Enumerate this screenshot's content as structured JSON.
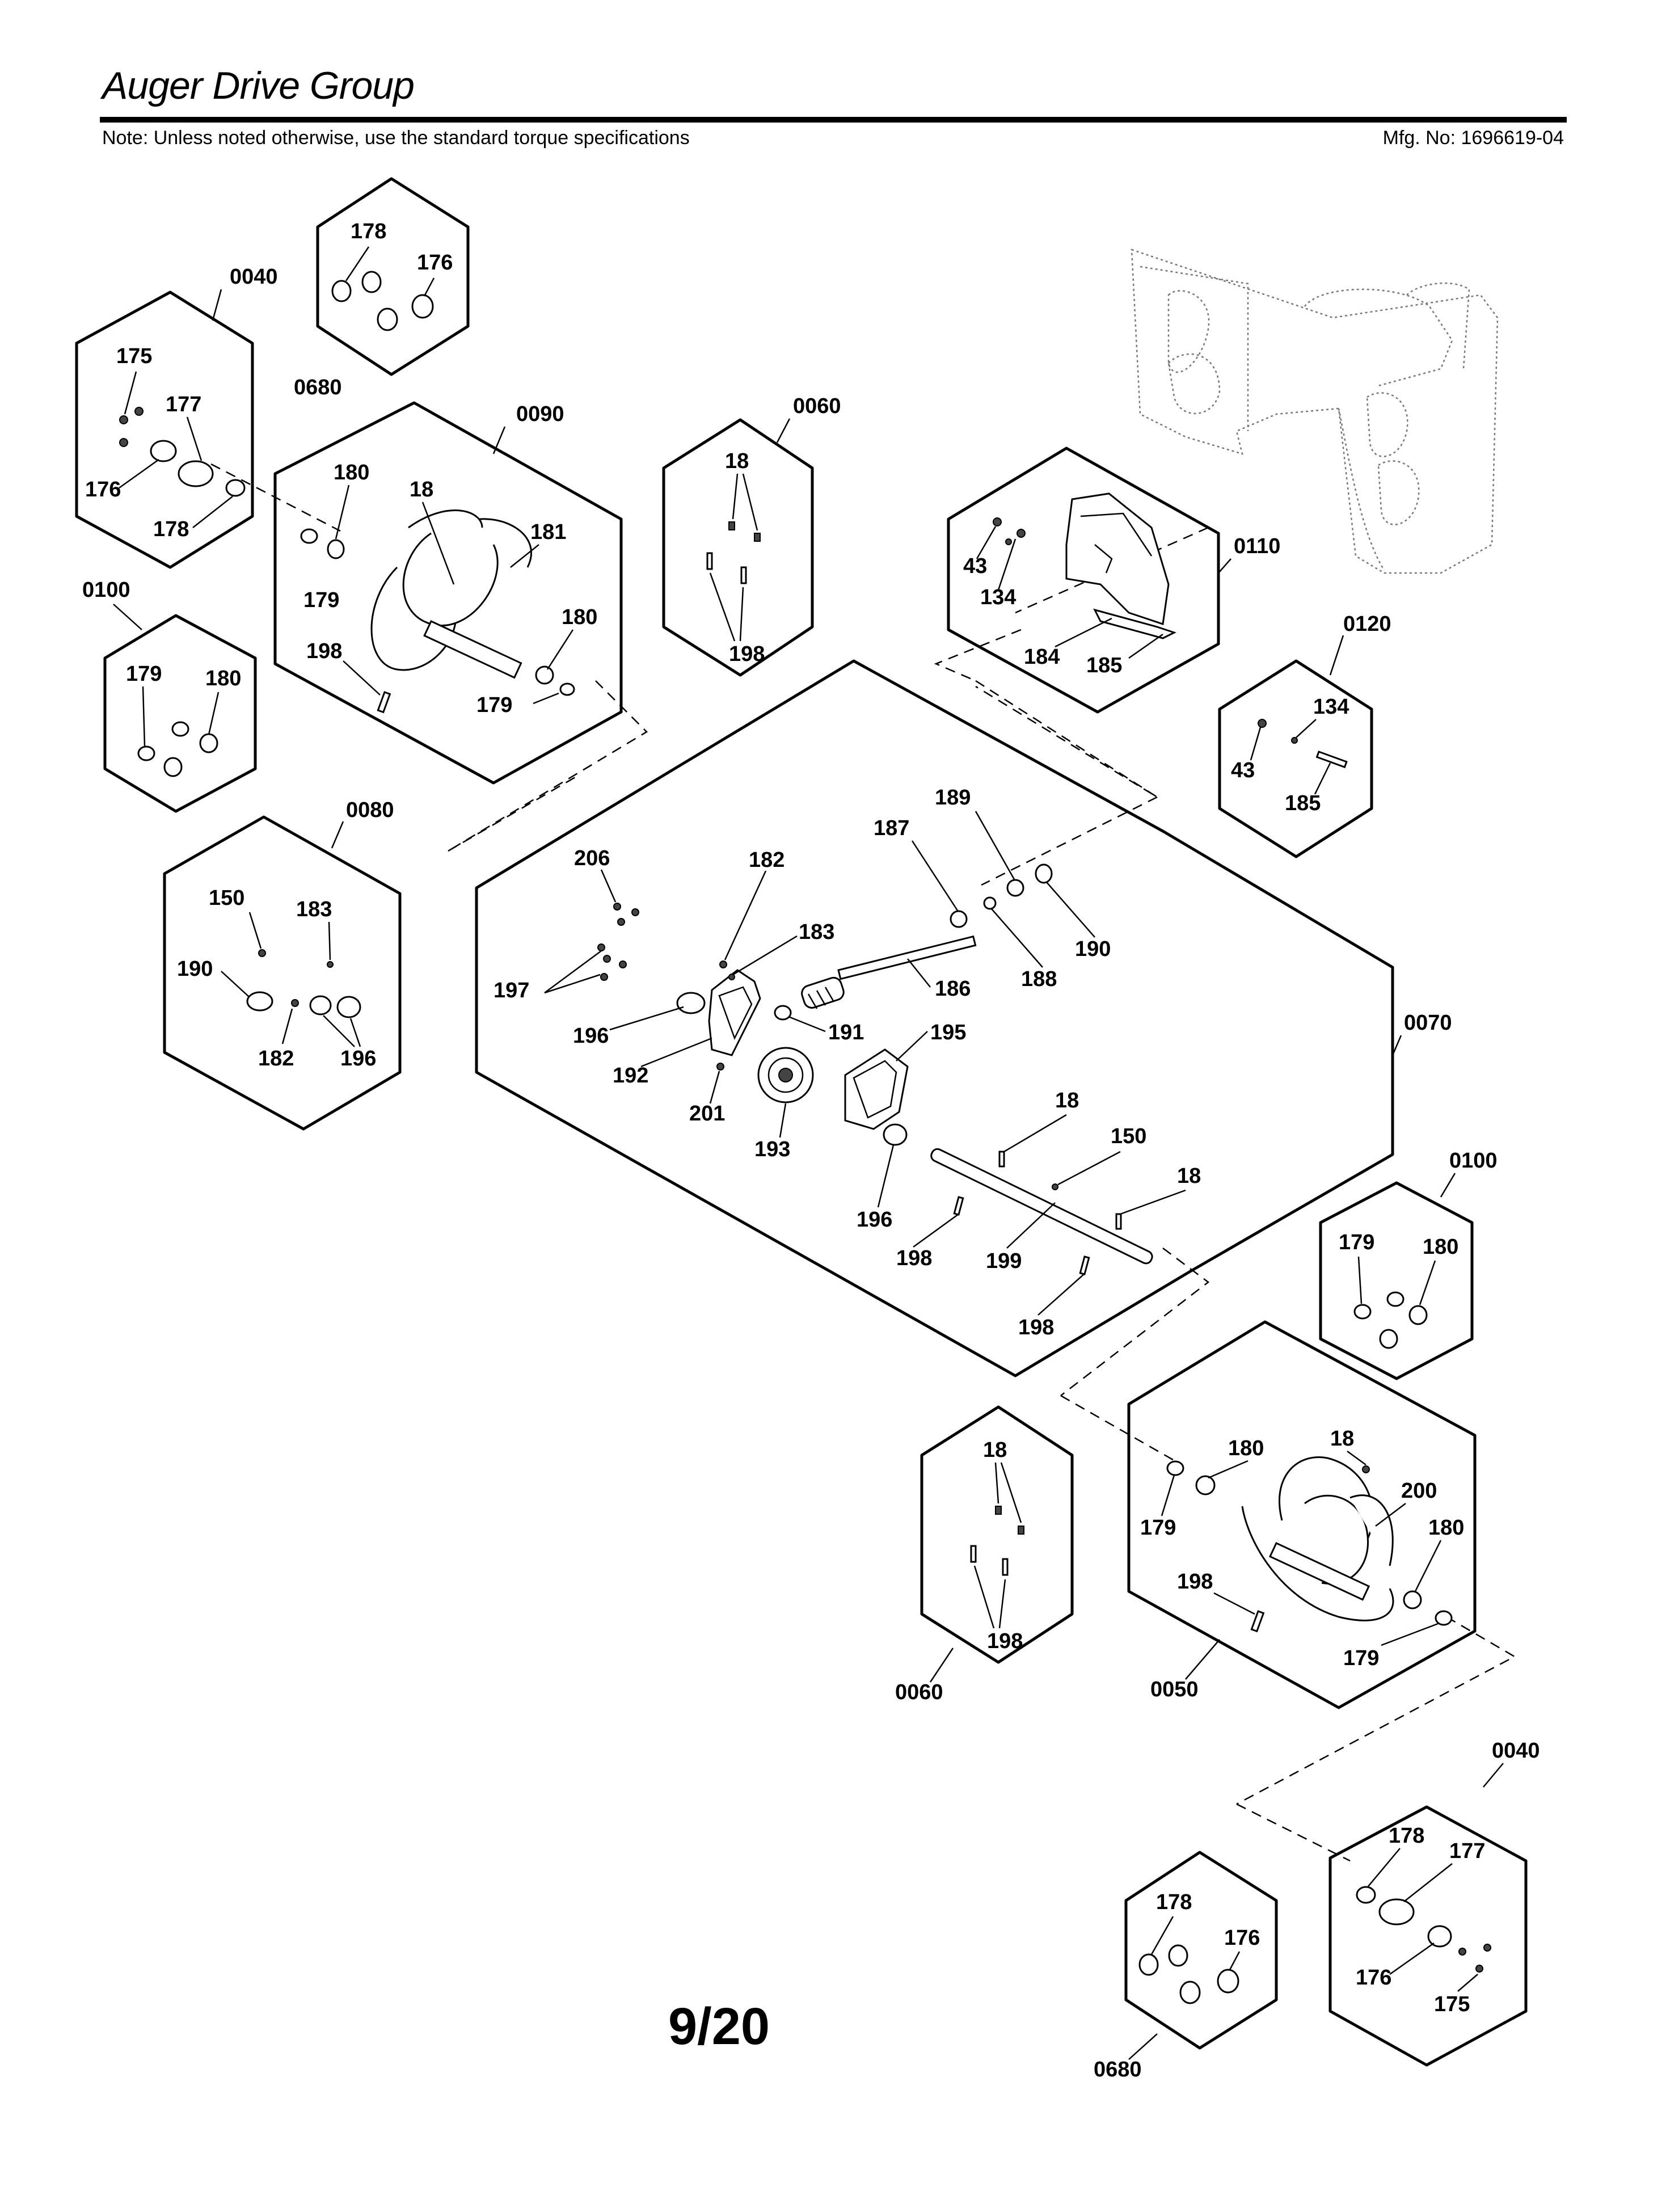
{
  "header": {
    "title": "Auger Drive Group",
    "note": "Note: Unless noted otherwise, use the standard torque specifications",
    "mfg": "Mfg. No: 1696619-04"
  },
  "footer": {
    "page_number": "9/20"
  },
  "group_labels": {
    "g0040a": "0040",
    "g0680a": "0680",
    "g0090": "0090",
    "g0060a": "0060",
    "g0110": "0110",
    "g0120": "0120",
    "g0100a": "0100",
    "g0080": "0080",
    "g0070": "0070",
    "g0100b": "0100",
    "g0060b": "0060",
    "g0050": "0050",
    "g0040b": "0040",
    "g0680b": "0680"
  },
  "part_labels": {
    "p178a": "178",
    "p176a": "176",
    "p175a": "175",
    "p177a": "177",
    "p176b": "176",
    "p178b": "178",
    "p180a": "180",
    "p18a": "18",
    "p181": "181",
    "p179a": "179",
    "p180b": "180",
    "p198a": "198",
    "p179b": "179",
    "p18b": "18",
    "p198b": "198",
    "p43a": "43",
    "p134a": "134",
    "p184": "184",
    "p185a": "185",
    "p134b": "134",
    "p43b": "43",
    "p185b": "185",
    "p179c": "179",
    "p180c": "180",
    "p150a": "150",
    "p183a": "183",
    "p190a": "190",
    "p182a": "182",
    "p196a": "196",
    "p206": "206",
    "p182b": "182",
    "p183b": "183",
    "p197": "197",
    "p196b": "196",
    "p192": "192",
    "p201": "201",
    "p193": "193",
    "p191": "191",
    "p195": "195",
    "p186": "186",
    "p187": "187",
    "p189": "189",
    "p188": "188",
    "p190b": "190",
    "p18c": "18",
    "p150b": "150",
    "p18d": "18",
    "p196c": "196",
    "p198c": "198",
    "p199": "199",
    "p198d": "198",
    "p179d": "179",
    "p180d": "180",
    "p18e": "18",
    "p198e": "198",
    "p180e": "180",
    "p18f": "18",
    "p200": "200",
    "p179e": "179",
    "p180f": "180",
    "p198f": "198",
    "p179f": "179",
    "p178c": "178",
    "p177b": "177",
    "p176c": "176",
    "p175b": "175",
    "p178d": "178",
    "p176d": "176"
  }
}
